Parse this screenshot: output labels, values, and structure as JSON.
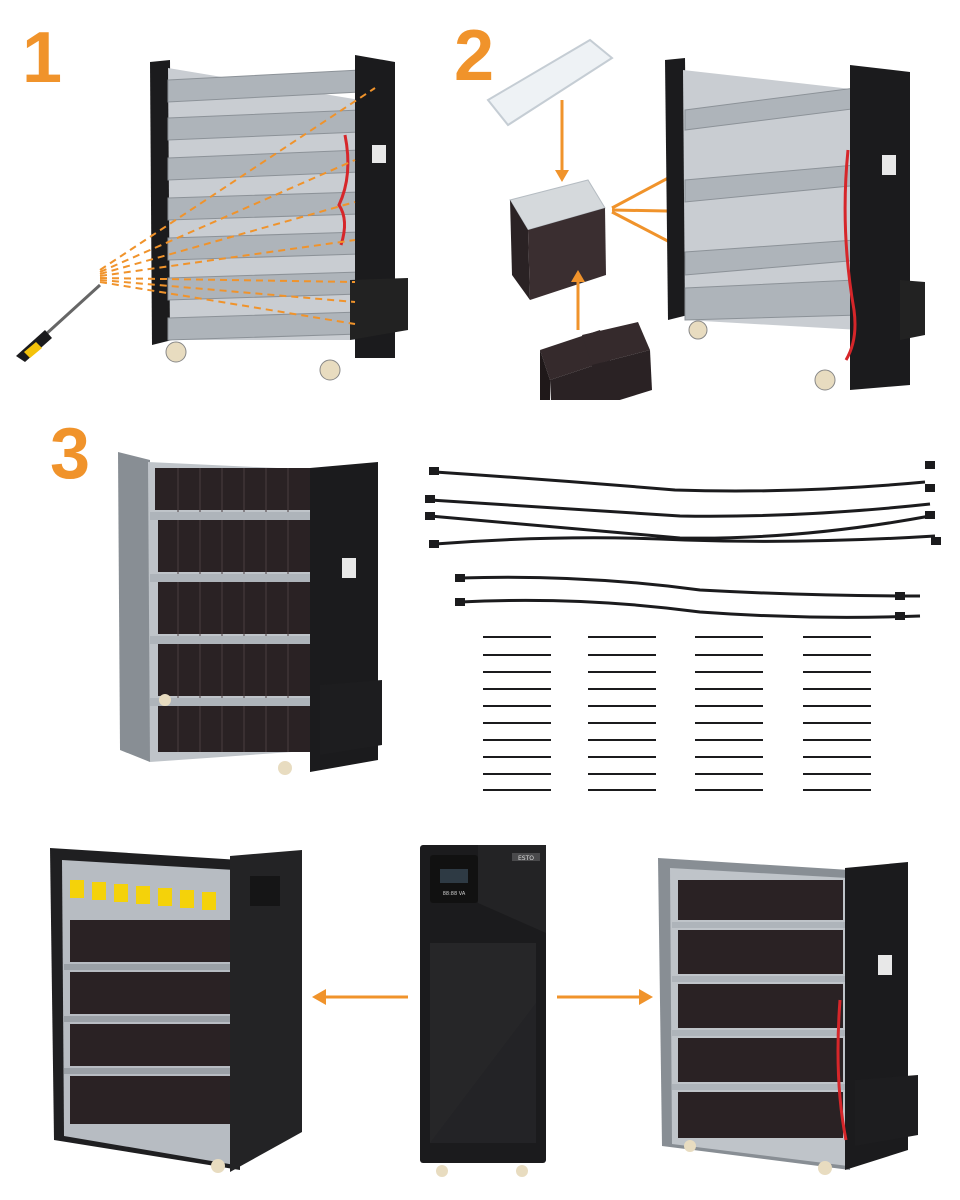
{
  "steps": {
    "step1": "1",
    "step2": "2",
    "step3": "3"
  },
  "ups": {
    "brand_label": "ESTO",
    "display_text": "88:88 VA"
  },
  "colors": {
    "accent_orange": "#f0932b",
    "cabinet_black": "#1b1b1d",
    "steel_silver": "#b9bec4",
    "battery_dark": "#2a2224",
    "warning_yellow": "#f4d20a"
  },
  "icons": {
    "screwdriver": "screwdriver-icon",
    "arrow": "arrow-icon"
  }
}
